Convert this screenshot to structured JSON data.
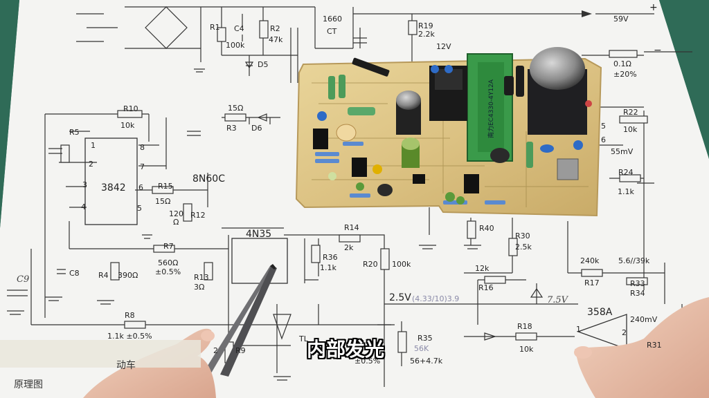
{
  "schematic": {
    "labels": {
      "lbl_59v": "59V",
      "plus": "+",
      "minus": "−",
      "lbl_1660": "1660",
      "lbl_ct": "CT",
      "r19": "R19",
      "r19_val": "2.2k",
      "lbl_12v": "12V",
      "r1": "R1",
      "c4": "C4",
      "r2": "R2",
      "r2_val": "47k",
      "r1_val": "100k",
      "d5": "D5",
      "r10": "R10",
      "r10_val": "10k",
      "r5": "R5",
      "ic_3842": "3842",
      "pin1": "1",
      "pin2": "2",
      "pin3": "3",
      "pin4": "4",
      "pin5": "5",
      "pin6": "6",
      "pin7": "7",
      "pin8": "8",
      "r3_val": "15Ω",
      "r3": "R3",
      "d6": "D6",
      "r15": "R15",
      "r15_val": "15Ω",
      "q_8n60c": "8N60C",
      "r12_val": "120",
      "r12_unit": "Ω",
      "r12": "R12",
      "r13": "R13",
      "r13_val": "3Ω",
      "r7": "R7",
      "r7_val": "560Ω",
      "r7_tol": "±0.5%",
      "r4": "R4",
      "r4_val": "390Ω",
      "c8": "C8",
      "c9": "C9",
      "r8": "R8",
      "r8_val": "1.1k ±0.5%",
      "u_4n35": "4N35",
      "r14": "R14",
      "r14_val": "2k",
      "r36": "R36",
      "r36_val": "1.1k",
      "r20": "R20",
      "r20_val": "100k",
      "r40": "R40",
      "r30": "R30",
      "r30_val": "2.5k",
      "r16_val": "12k",
      "r16": "R16",
      "z_7v5": "7.5V",
      "v_2v5": "2.5V",
      "v_2v5_note": "(4.33/10)3.9",
      "r17": "R17",
      "r17_val": "240k",
      "r33_val": "5.6//39k",
      "r33": "R33",
      "r34": "R34",
      "v_240mv": "240mV",
      "u_358a": "358A",
      "u_pin1": "1",
      "u_pin2": "2",
      "r18": "R18",
      "r18_val": "10k",
      "r35": "R35",
      "r35_note": "56K",
      "r35_val": "56+4.7k",
      "r35_tol": "±0.5%",
      "r9": "R9",
      "r9_prefix": "2",
      "tl": "TL",
      "r31": "R31",
      "r_shunt_val": "0.1Ω",
      "r_shunt_tol": "±20%",
      "r22": "R22",
      "r22_val": "10k",
      "pin_5": "5",
      "pin_6": "6",
      "v_55mv": "55mV",
      "r24": "R24",
      "r24_val": "1.1k",
      "title_fragment": "动车",
      "title_bottom": "原理图"
    }
  },
  "pcb": {
    "relay_marking": "南力EC4330-4Y12A"
  },
  "subtitle": "内部发光"
}
